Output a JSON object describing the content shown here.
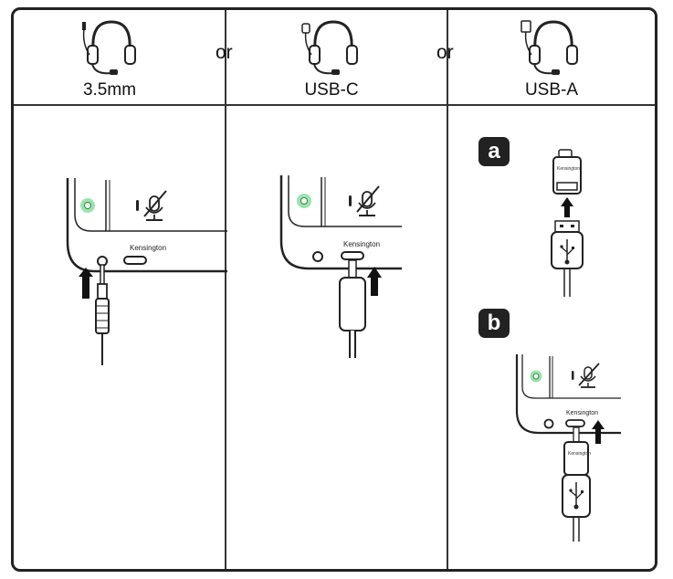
{
  "columns": [
    {
      "label": "3.5mm",
      "icon": "headset-3-5mm-icon"
    },
    {
      "label": "USB-C",
      "icon": "headset-usb-c-icon"
    },
    {
      "label": "USB-A",
      "icon": "headset-usb-a-icon"
    }
  ],
  "separators": [
    "or",
    "or"
  ],
  "steps": {
    "a": "a",
    "b": "b"
  },
  "brand": "Kensington",
  "colors": {
    "line": "#222222",
    "status_led": "#4cc46a"
  }
}
